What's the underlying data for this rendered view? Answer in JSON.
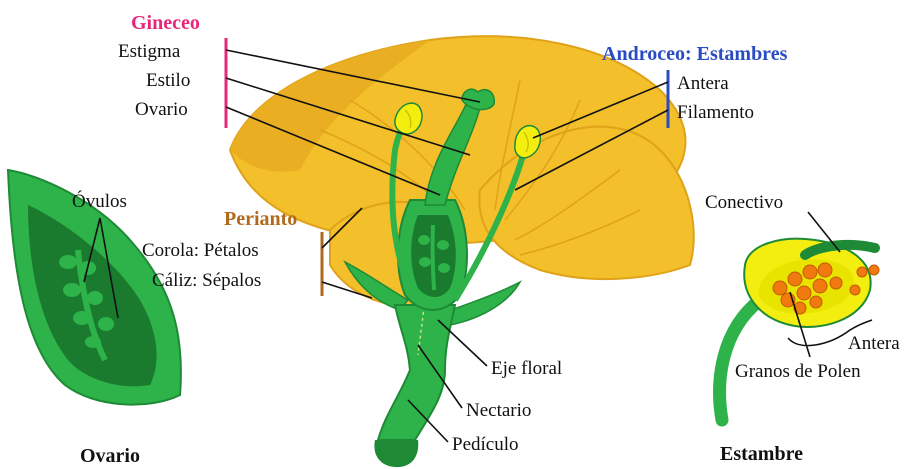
{
  "colors": {
    "gineceo": "#e8267a",
    "androceo": "#2a4bc4",
    "perianto": "#b06a1c",
    "petal": "#f3bf2a",
    "petal_dark": "#e0a21a",
    "green": "#2db34a",
    "green_dark": "#1a7a2e",
    "anther_yellow": "#f4ee10",
    "pollen": "#f07a10"
  },
  "groups": {
    "gineceo": {
      "title": "Gineceo",
      "items": [
        "Estigma",
        "Estilo",
        "Ovario"
      ]
    },
    "androceo": {
      "title": "Androceo: Estambres",
      "items": [
        "Antera",
        "Filamento"
      ]
    },
    "perianto": {
      "title": "Perianto",
      "items": [
        "Corola: Pétalos",
        "Cáliz: Sépalos"
      ]
    }
  },
  "flower_labels": {
    "eje_floral": "Eje floral",
    "nectario": "Nectario",
    "pediculo": "Pedículo"
  },
  "ovary_panel": {
    "ovulos": "Óvulos",
    "caption": "Ovario"
  },
  "stamen_panel": {
    "conectivo": "Conectivo",
    "antera": "Antera",
    "granos": "Granos de Polen",
    "caption": "Estambre"
  }
}
